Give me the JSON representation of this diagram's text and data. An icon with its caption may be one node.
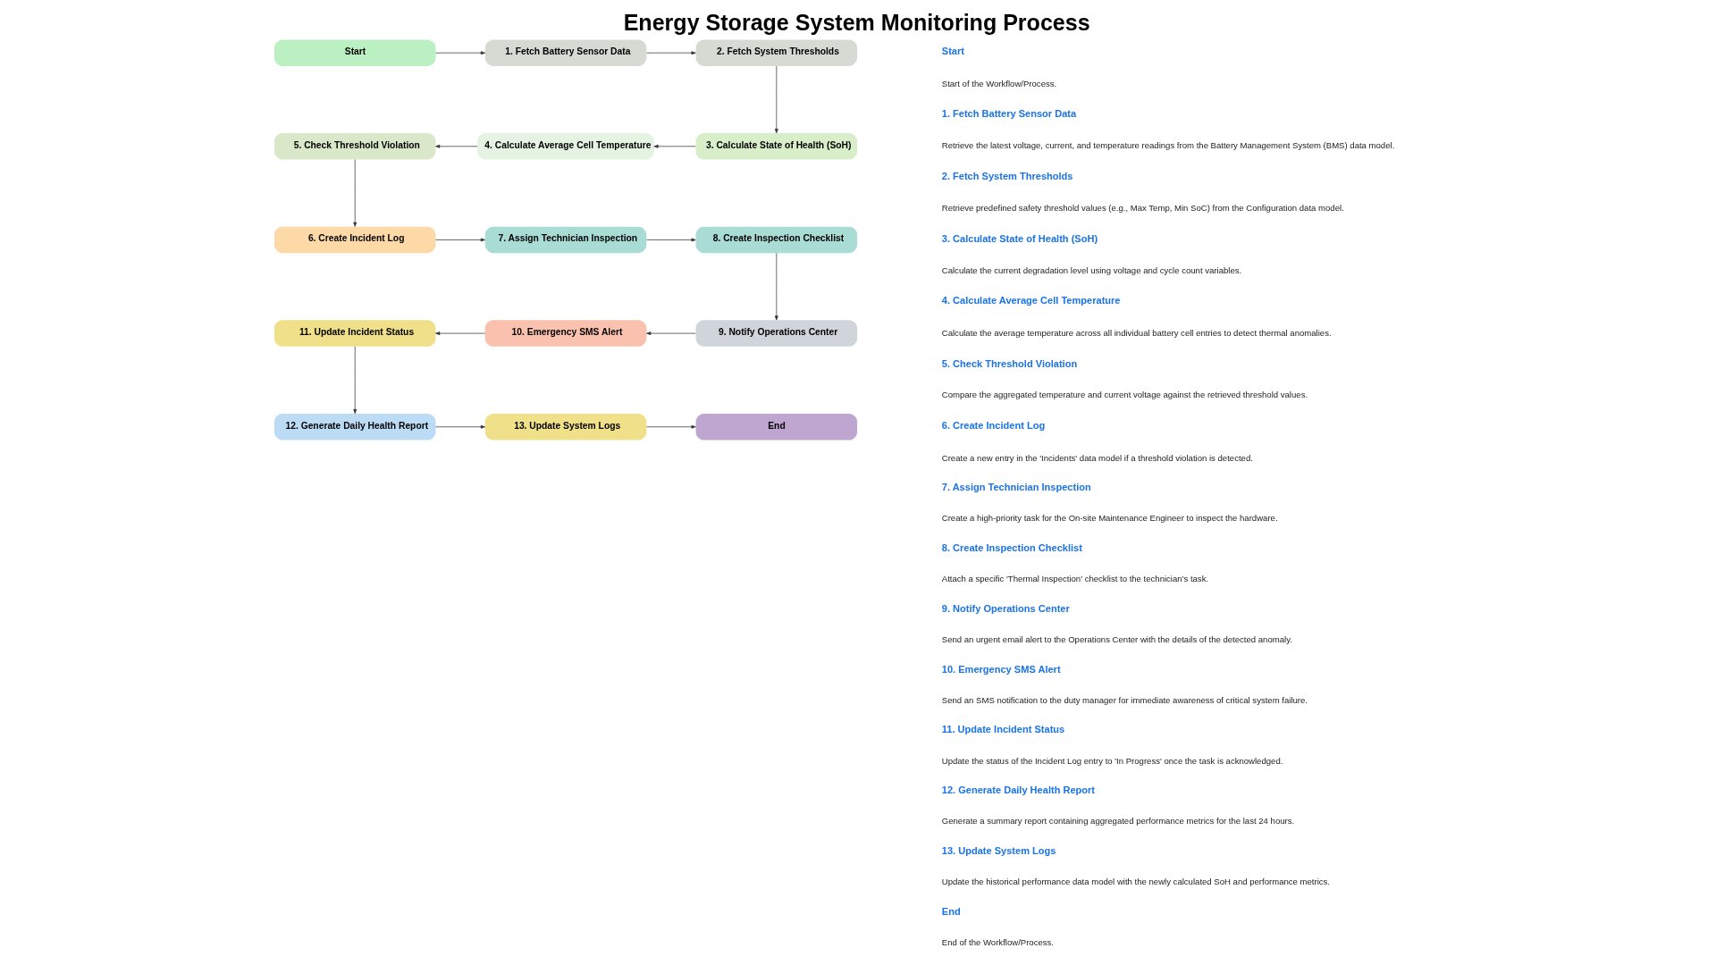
{
  "diagram": {
    "title": "Energy Storage System Monitoring Process",
    "nodes": [
      {
        "text": [
          "Start"
        ]
      },
      {
        "text": [
          "1. Fetch Battery Sensor Data"
        ]
      },
      {
        "text": [
          "2. Fetch System Thresholds"
        ]
      },
      {
        "text": [
          "3. Calculate State of Health (SoH)"
        ]
      },
      {
        "text": [
          "4. Calculate Average Cell Temperature"
        ]
      },
      {
        "text": [
          "5. Check Threshold Violation"
        ]
      },
      {
        "text": [
          "6. Create Incident Log"
        ]
      },
      {
        "text": [
          "7. Assign Technician Inspection"
        ]
      },
      {
        "text": [
          "8. Create Inspection Checklist"
        ]
      },
      {
        "text": [
          "9. Notify Operations Center"
        ]
      },
      {
        "text": [
          "10. Emergency SMS Alert"
        ]
      },
      {
        "text": [
          "11. Update Incident Status"
        ]
      },
      {
        "text": [
          "12. Generate Daily Health Report"
        ]
      },
      {
        "text": [
          "13. Update System Logs"
        ]
      },
      {
        "text": [
          "End"
        ]
      }
    ],
    "edges": [
      {
        "from": 0,
        "to": 1,
        "arrow": "to"
      },
      {
        "from": 1,
        "to": 2,
        "arrow": "to"
      },
      {
        "from": 2,
        "to": 3,
        "arrow": "to"
      },
      {
        "from": 3,
        "to": 4,
        "arrow": "to"
      },
      {
        "from": 4,
        "to": 5,
        "arrow": "to"
      },
      {
        "from": 5,
        "to": 6,
        "arrow": "to"
      },
      {
        "from": 6,
        "to": 7,
        "arrow": "to"
      },
      {
        "from": 7,
        "to": 8,
        "arrow": "to"
      },
      {
        "from": 8,
        "to": 9,
        "arrow": "to"
      },
      {
        "from": 9,
        "to": 10,
        "arrow": "to"
      },
      {
        "from": 10,
        "to": 11,
        "arrow": "to"
      },
      {
        "from": 11,
        "to": 12,
        "arrow": "to"
      },
      {
        "from": 12,
        "to": 13,
        "arrow": "to"
      },
      {
        "from": 13,
        "to": 14,
        "arrow": "to"
      }
    ],
    "labels": [
      "Start",
      "Start of the Workflow/Process.",
      "1. Fetch Battery Sensor Data",
      "Retrieve the latest voltage, current, and temperature readings from the Battery Management System (BMS) data model.",
      "2. Fetch System Thresholds",
      "Retrieve predefined safety threshold values (e.g., Max Temp, Min SoC) from the Configuration data model.",
      "3. Calculate State of Health (SoH)",
      "Calculate the current degradation level using voltage and cycle count variables.",
      "4. Calculate Average Cell Temperature",
      "Calculate the average temperature across all individual battery cell entries to detect thermal anomalies.",
      "5. Check Threshold Violation",
      "Compare the aggregated temperature and current voltage against the retrieved threshold values.",
      "6. Create Incident Log",
      "Create a new entry in the 'Incidents' data model if a threshold violation is detected.",
      "7. Assign Technician Inspection",
      "Create a high-priority task for the On-site Maintenance Engineer to inspect the hardware.",
      "8. Create Inspection Checklist",
      "Attach a specific 'Thermal Inspection' checklist to the technician's task.",
      "9. Notify Operations Center",
      "Send an urgent email alert to the Operations Center with the details of the detected anomaly.",
      "10. Emergency SMS Alert",
      "Send an SMS notification to the duty manager for immediate awareness of critical system failure.",
      "11. Update Incident Status",
      "Update the status of the Incident Log entry to 'In Progress' once the task is acknowledged.",
      "12. Generate Daily Health Report",
      "Generate a summary report containing aggregated performance metrics for the last 24 hours.",
      "13. Update System Logs",
      "Update the historical performance data model with the newly calculated SoH and performance metrics.",
      "End",
      "End of the Workflow/Process."
    ]
  }
}
